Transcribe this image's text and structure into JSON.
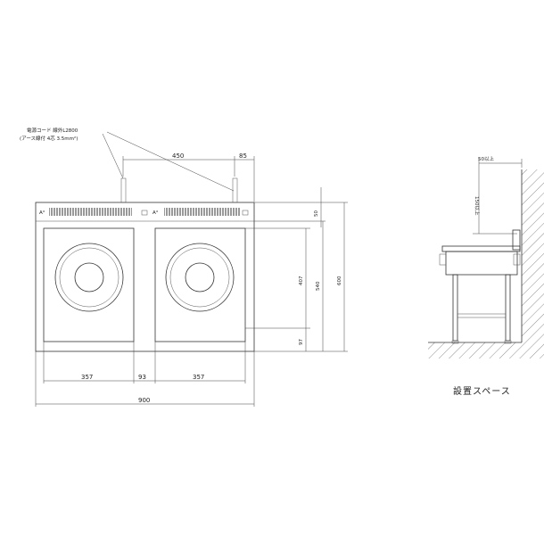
{
  "callout": {
    "line1": "電源コード 線外L2800",
    "line2": "(アース線付 4芯 3.5mm²)"
  },
  "dims": {
    "top_spacing": "450",
    "right_offset": "85",
    "vent_band": "50",
    "zone_height": "407",
    "bottom_margin": "97",
    "depth_inner": "540",
    "depth_total": "600",
    "zone_left_width": "357",
    "gap": "93",
    "zone_right_width": "357",
    "total_width": "900"
  },
  "side": {
    "clearance_side": "50以上",
    "clearance_top": "150以上",
    "title": "設置スペース"
  },
  "marks": {
    "left": "A°",
    "right": "A°"
  }
}
